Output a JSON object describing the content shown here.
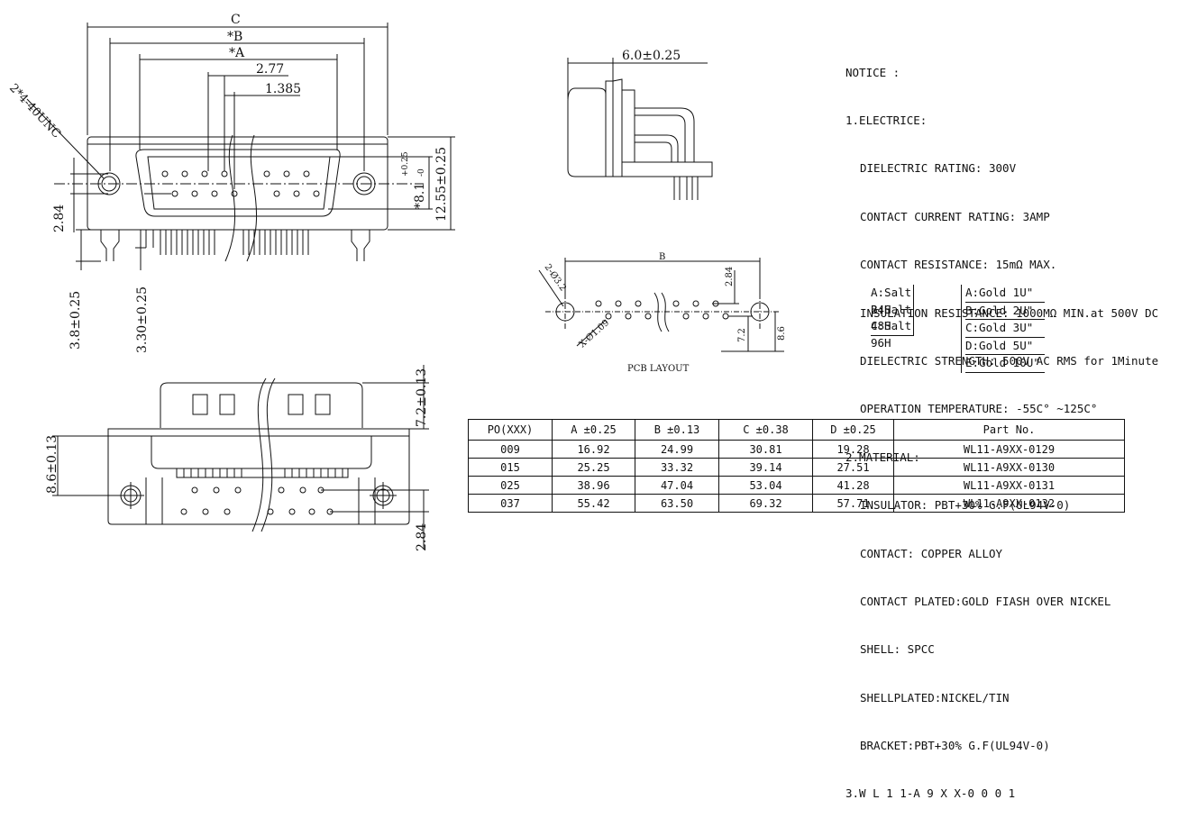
{
  "top_view": {
    "dim_c": "C",
    "dim_b": "*B",
    "dim_a": "*A",
    "dim_277": "2.77",
    "dim_1385": "1.385",
    "dim_thread": "2*4-40UNC",
    "dim_284": "2.84",
    "dim_81": "*8.1",
    "dim_81_tol_plus": "+0.25",
    "dim_81_tol_minus": "-0",
    "dim_1255": "12.55±0.25",
    "dim_38": "3.8±0.25",
    "dim_330": "3.30±0.25"
  },
  "side_view": {
    "dim_60": "6.0±0.25"
  },
  "pcb_layout": {
    "dim_b": "B",
    "dim_hole_big": "2-Ø3.2",
    "dim_hole_small": "X-Ø1.09",
    "dim_284": "2.84",
    "dim_72": "7.2",
    "dim_86": "8.6",
    "caption": "PCB LAYOUT"
  },
  "front_view": {
    "dim_72": "7.2±0.13",
    "dim_86": "8.6±0.13",
    "dim_284": "2.84"
  },
  "notice": {
    "title": "NOTICE :",
    "electric_heading": "1.ELECTRICE:",
    "electric": [
      "DIELECTRIC RATING: 300V",
      "CONTACT CURRENT RATING: 3AMP",
      "CONTACT RESISTANCE: 15mΩ MAX.",
      "INSULATION RESISTANCE: 1000MΩ MIN.at 500V DC",
      "DIELECTRIC STRENGTH: 500V AC RMS for 1Minute",
      "OPERATION TEMPERATURE: -55C° ~125C°"
    ],
    "material_heading": "2.MATERIAL:",
    "material": [
      "INSULATOR: PBT+30% G.F(UL94V-0)",
      "CONTACT: COPPER ALLOY",
      "CONTACT PLATED:GOLD FIASH OVER NICKEL",
      "SHELL: SPCC",
      "SHELLPLATED:NICKEL/TIN",
      "BRACKET:PBT+30% G.F(UL94V-0)"
    ],
    "part_number": "3.W L 1 1-A 9 X X-0 0 0 1"
  },
  "codes": {
    "salt": [
      "A:Salt 24H",
      "B:Salt 48H",
      "C:Salt 96H"
    ],
    "gold": [
      "A:Gold 1U\"",
      "B:Gold 2U\"",
      "C:Gold 3U\"",
      "D:Gold 5U\"",
      "E:Gold 10U\""
    ]
  },
  "table": {
    "headers": [
      "PO(XXX)",
      "A ±0.25",
      "B ±0.13",
      "C ±0.38",
      "D ±0.25",
      "Part No."
    ],
    "rows": [
      [
        "009",
        "16.92",
        "24.99",
        "30.81",
        "19.28",
        "WL11-A9XX-0129"
      ],
      [
        "015",
        "25.25",
        "33.32",
        "39.14",
        "27.51",
        "WL11-A9XX-0130"
      ],
      [
        "025",
        "38.96",
        "47.04",
        "53.04",
        "41.28",
        "WL11-A9XX-0131"
      ],
      [
        "037",
        "55.42",
        "63.50",
        "69.32",
        "57.71",
        "WL11-A9XX-0132"
      ]
    ]
  }
}
